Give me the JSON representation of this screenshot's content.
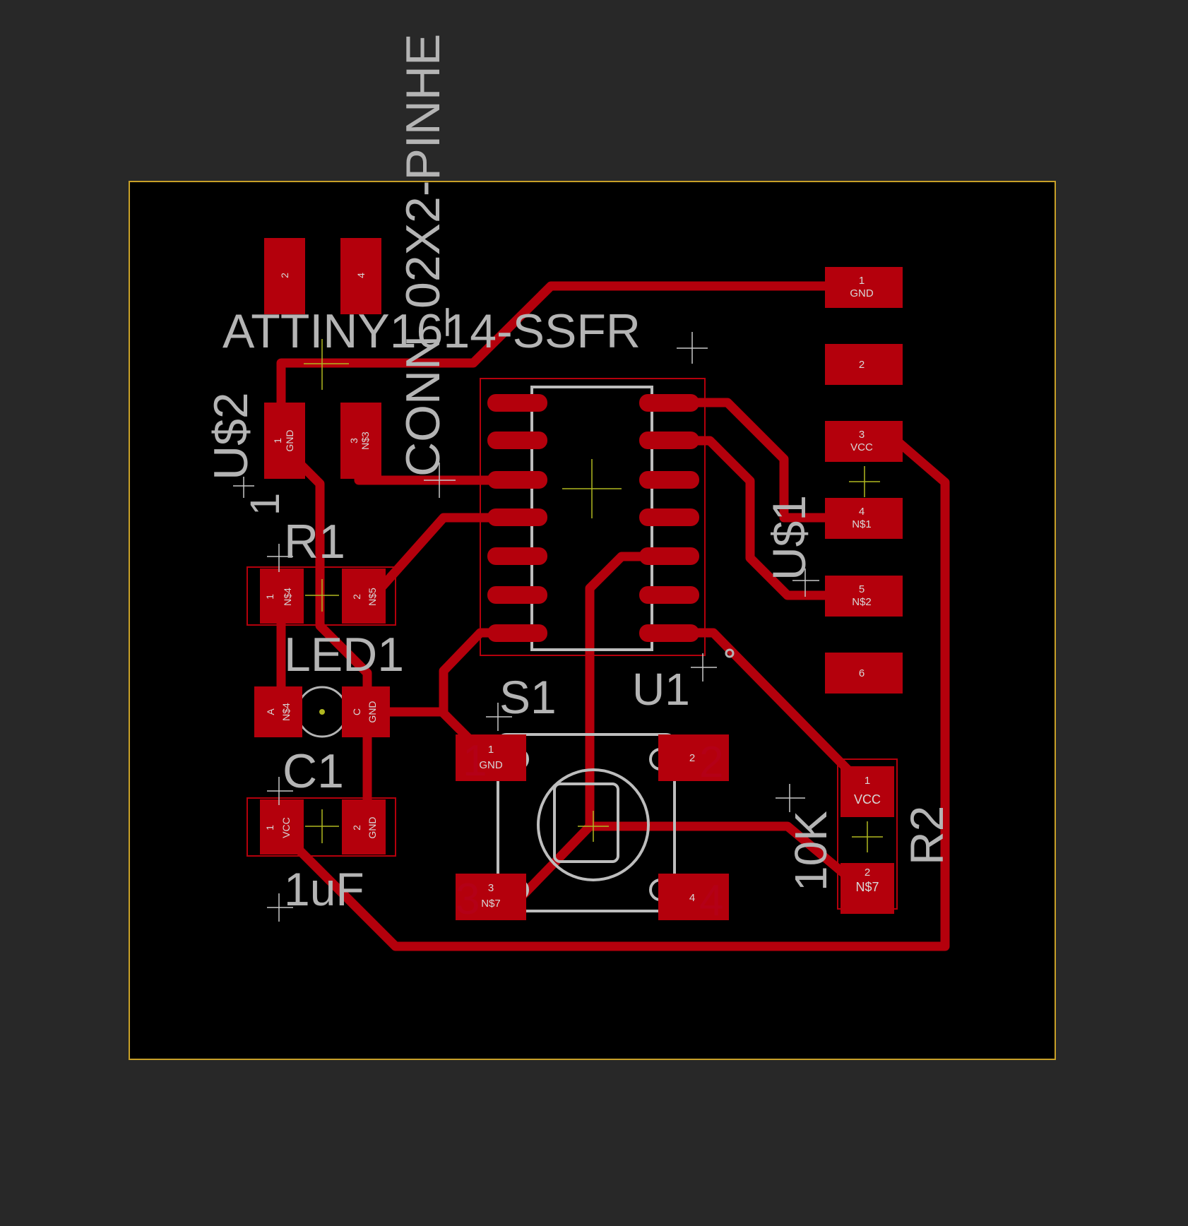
{
  "colors": {
    "background": "#282828",
    "board": "#000000",
    "board_outline": "#c8a028",
    "copper_top": "#b4000c",
    "silkscreen": "#b4b4b4",
    "origin_marker": "#b0b820"
  },
  "labels": {
    "u1_value": "ATTINY1614-SSFR",
    "u1_name": "U1",
    "conn_value": "CONN_02X2-PINHE",
    "conn_name": "U$2",
    "conn_pin1": "1",
    "ftdi_name": "U$1",
    "r1_name": "R1",
    "led1_name": "LED1",
    "c1_name": "C1",
    "c1_value": "1uF",
    "s1_name": "S1",
    "r2_name": "R2",
    "r2_value": "10K",
    "s1_pin1": "1",
    "s1_pin2": "2",
    "s1_pin3": "3",
    "s1_pin4": "4"
  },
  "pads": {
    "conn_2": "2",
    "conn_4": "4",
    "conn_1": "1",
    "conn_1_net": "GND",
    "conn_3": "3",
    "conn_3_net": "N$3",
    "ftdi_1": "1",
    "ftdi_1_net": "GND",
    "ftdi_2": "2",
    "ftdi_3": "3",
    "ftdi_3_net": "VCC",
    "ftdi_4": "4",
    "ftdi_4_net": "N$1",
    "ftdi_5": "5",
    "ftdi_5_net": "N$2",
    "ftdi_6": "6",
    "r1_1": "1",
    "r1_1_net": "N$4",
    "r1_2": "2",
    "r1_2_net": "N$5",
    "led_a": "A",
    "led_a_net": "N$4",
    "led_c": "C",
    "led_c_net": "GND",
    "c1_1": "1",
    "c1_1_net": "VCC",
    "c1_2": "2",
    "c1_2_net": "GND",
    "s1_1": "1",
    "s1_1_net": "GND",
    "s1_2": "2",
    "s1_3": "3",
    "s1_3_net": "N$7",
    "s1_4": "4",
    "r2_1": "1",
    "r2_1_net": "VCC",
    "r2_2": "2",
    "r2_2_net": "N$7"
  }
}
